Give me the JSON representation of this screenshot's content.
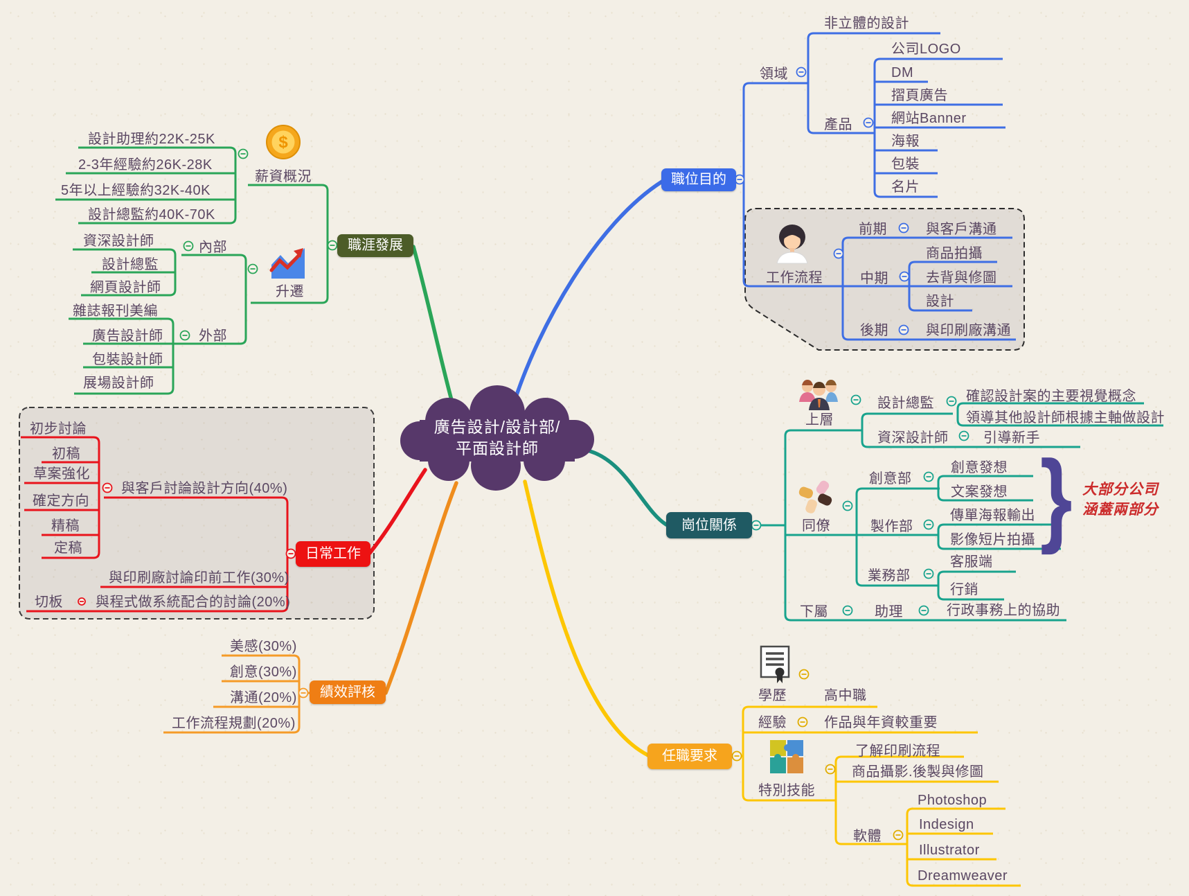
{
  "center": {
    "label": "廣告設計/設計部/\n平面設計師",
    "color": "#57386a"
  },
  "branches": {
    "career": {
      "label": "職涯發展",
      "color": "#4c5c28",
      "line_color": "#2aa558",
      "salary": {
        "label": "薪資概況",
        "icon": "dollar-coin-icon",
        "items": [
          "設計助理約22K-25K",
          "2-3年經驗約26K-28K",
          "5年以上經驗約32K-40K",
          "設計總監約40K-70K"
        ]
      },
      "promotion": {
        "label": "升遷",
        "icon": "growth-chart-icon",
        "internal": {
          "label": "內部",
          "items": [
            "資深設計師",
            "設計總監",
            "網頁設計師"
          ]
        },
        "external": {
          "label": "外部",
          "items": [
            "雜誌報刊美編",
            "廣告設計師",
            "包裝設計師",
            "展場設計師"
          ]
        }
      }
    },
    "daily": {
      "label": "日常工作",
      "color": "#ed1212",
      "line_color": "#e9131c",
      "client": {
        "label": "與客戶討論設計方向(40%)",
        "steps": [
          "初步討論",
          "初稿",
          "草案強化",
          "確定方向",
          "精稿",
          "定稿"
        ]
      },
      "print": {
        "label": "與印刷廠討論印前工作(30%)"
      },
      "system": {
        "label": "與程式做系統配合的討論(20%)",
        "step": "切板"
      }
    },
    "review": {
      "label": "績效評核",
      "color": "#ef7e14",
      "line_color": "#f59b28",
      "items": [
        "美感(30%)",
        "創意(30%)",
        "溝通(20%)",
        "工作流程規劃(20%)"
      ]
    },
    "purpose": {
      "label": "職位目的",
      "color": "#3b6be8",
      "line_color": "#3e6ee4",
      "field": {
        "label": "領域",
        "flat": "非立體的設計",
        "product": {
          "label": "產品",
          "items": [
            "公司LOGO",
            "DM",
            "摺頁廣告",
            "網站Banner",
            "海報",
            "包裝",
            "名片"
          ]
        }
      },
      "workflow": {
        "label": "工作流程",
        "icon": "designer-avatar-icon",
        "early": {
          "label": "前期",
          "item": "與客戶溝通"
        },
        "mid": {
          "label": "中期",
          "items": [
            "商品拍攝",
            "去背與修圖",
            "設計"
          ]
        },
        "late": {
          "label": "後期",
          "item": "與印刷廠溝通"
        }
      }
    },
    "relations": {
      "label": "崗位關係",
      "color": "#1f5a63",
      "line_color": "#18a38d",
      "upper": {
        "label": "上層",
        "icon": "team-icon",
        "director": {
          "label": "設計總監",
          "items": [
            "確認設計案的主要視覺概念",
            "領導其他設計師根據主軸做設計"
          ]
        },
        "senior": {
          "label": "資深設計師",
          "item": "引導新手"
        }
      },
      "peers": {
        "label": "同僚",
        "icon": "hands-icon",
        "creative": {
          "label": "創意部",
          "items": [
            "創意發想",
            "文案發想"
          ]
        },
        "production": {
          "label": "製作部",
          "items": [
            "傳單海報輸出",
            "影像短片拍攝"
          ]
        },
        "sales": {
          "label": "業務部",
          "items": [
            "客服端",
            "行銷"
          ]
        },
        "brace": "}",
        "note": "大部分公司\n涵蓋兩部分"
      },
      "subordinate": {
        "label": "下屬",
        "assistant": "助理",
        "item": "行政事務上的協助"
      }
    },
    "requirements": {
      "label": "任職要求",
      "color": "#f6a41d",
      "line_color": "#fdc602",
      "education": {
        "label": "學歷",
        "icon": "certificate-icon",
        "item": "高中職"
      },
      "experience": {
        "label": "經驗",
        "item": "作品與年資較重要"
      },
      "skills": {
        "label": "特別技能",
        "icon": "puzzle-icon",
        "items": [
          "了解印刷流程",
          "商品攝影.後製與修圖"
        ],
        "software": {
          "label": "軟體",
          "items": [
            "Photoshop",
            "Indesign",
            "Illustrator",
            "Dreamweaver"
          ]
        }
      }
    }
  }
}
